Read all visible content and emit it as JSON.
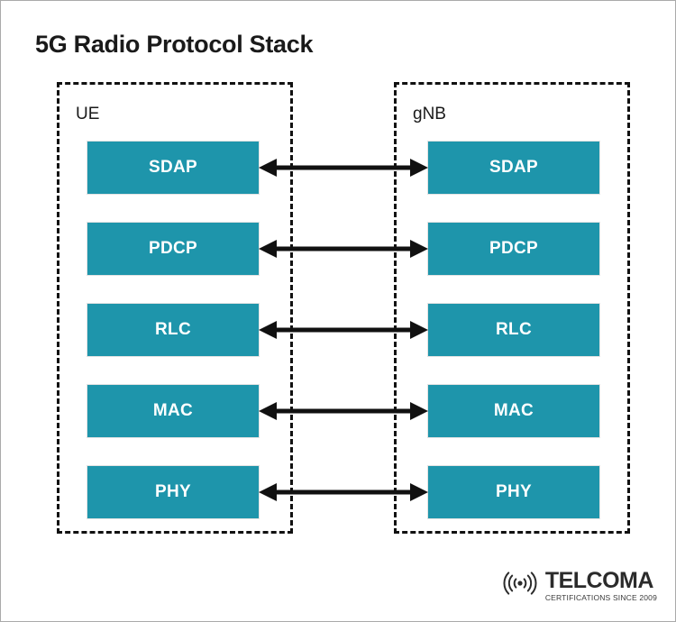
{
  "title": "5G Radio Protocol Stack",
  "colors": {
    "layer_fill": "#1e95ab",
    "layer_text": "#ffffff",
    "line": "#111111",
    "title_text": "#1a1a1a",
    "page_border": "#aaaaaa",
    "background": "#ffffff"
  },
  "entities": [
    {
      "id": "ue",
      "label": "UE"
    },
    {
      "id": "gnb",
      "label": "gNB"
    }
  ],
  "layers": [
    {
      "name": "SDAP",
      "ue_label": "SDAP",
      "gnb_label": "SDAP"
    },
    {
      "name": "PDCP",
      "ue_label": "PDCP",
      "gnb_label": "PDCP"
    },
    {
      "name": "RLC",
      "ue_label": "RLC",
      "gnb_label": "RLC"
    },
    {
      "name": "MAC",
      "ue_label": "MAC",
      "gnb_label": "MAC"
    },
    {
      "name": "PHY",
      "ue_label": "PHY",
      "gnb_label": "PHY"
    }
  ],
  "connectors": [
    {
      "from": "UE SDAP",
      "to": "gNB SDAP",
      "style": "double-arrow"
    },
    {
      "from": "UE PDCP",
      "to": "gNB PDCP",
      "style": "double-arrow"
    },
    {
      "from": "UE RLC",
      "to": "gNB RLC",
      "style": "double-arrow"
    },
    {
      "from": "UE MAC",
      "to": "gNB MAC",
      "style": "double-arrow"
    },
    {
      "from": "UE PHY",
      "to": "gNB PHY",
      "style": "double-arrow"
    }
  ],
  "brand": {
    "name": "TELCOMA",
    "tagline": "CERTIFICATIONS SINCE 2009",
    "icon": "wireless-signal-icon"
  }
}
